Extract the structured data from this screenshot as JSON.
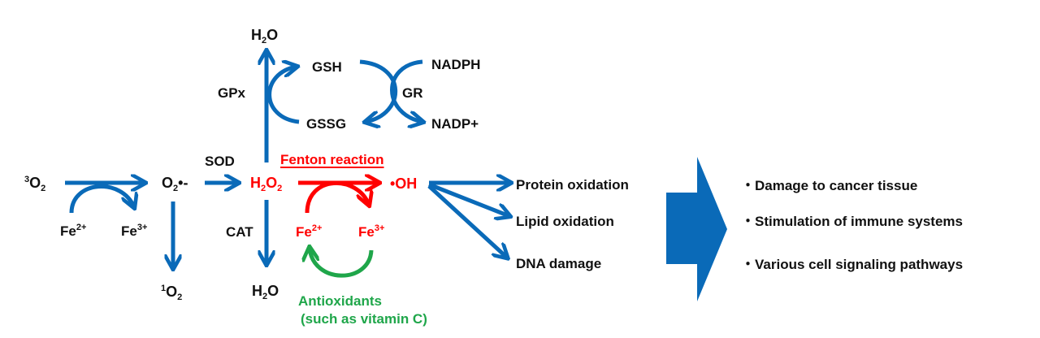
{
  "colors": {
    "arrow_blue": "#0a6ab8",
    "fenton_red": "#ff0000",
    "antioxidant_green": "#1fa64a",
    "text": "#111111"
  },
  "species": {
    "triplet_oxygen": {
      "pre": "3",
      "base": "O",
      "sub": "2"
    },
    "superoxide": {
      "base": "O",
      "sub": "2",
      "post": "•-"
    },
    "singlet_oxygen": {
      "pre": "1",
      "base": "O",
      "sub": "2"
    },
    "h2o2": {
      "base1": "H",
      "sub1": "2",
      "base2": "O",
      "sub2": "2"
    },
    "h2o_top": {
      "base1": "H",
      "sub": "2",
      "base2": "O"
    },
    "h2o_bottom": {
      "base1": "H",
      "sub": "2",
      "base2": "O"
    },
    "hydroxyl_radical": "•OH",
    "fe2_left": {
      "base": "Fe",
      "sup": "2+"
    },
    "fe3_left": {
      "base": "Fe",
      "sup": "3+"
    },
    "fe2_fenton": {
      "base": "Fe",
      "sup": "2+"
    },
    "fe3_fenton": {
      "base": "Fe",
      "sup": "3+"
    },
    "gsh": "GSH",
    "gssg": "GSSG",
    "nadph": "NADPH",
    "nadp": "NADP+"
  },
  "enzymes": {
    "sod": "SOD",
    "cat": "CAT",
    "gpx": "GPx",
    "gr": "GR"
  },
  "fenton_label": "Fenton reaction",
  "antioxidants": {
    "line1": "Antioxidants",
    "line2": "(such as vitamin C)"
  },
  "outcomes": [
    "Protein oxidation",
    "Lipid oxidation",
    "DNA damage"
  ],
  "effects": [
    "・Damage to cancer tissue",
    "・Stimulation of immune systems",
    "・Various cell signaling pathways"
  ]
}
